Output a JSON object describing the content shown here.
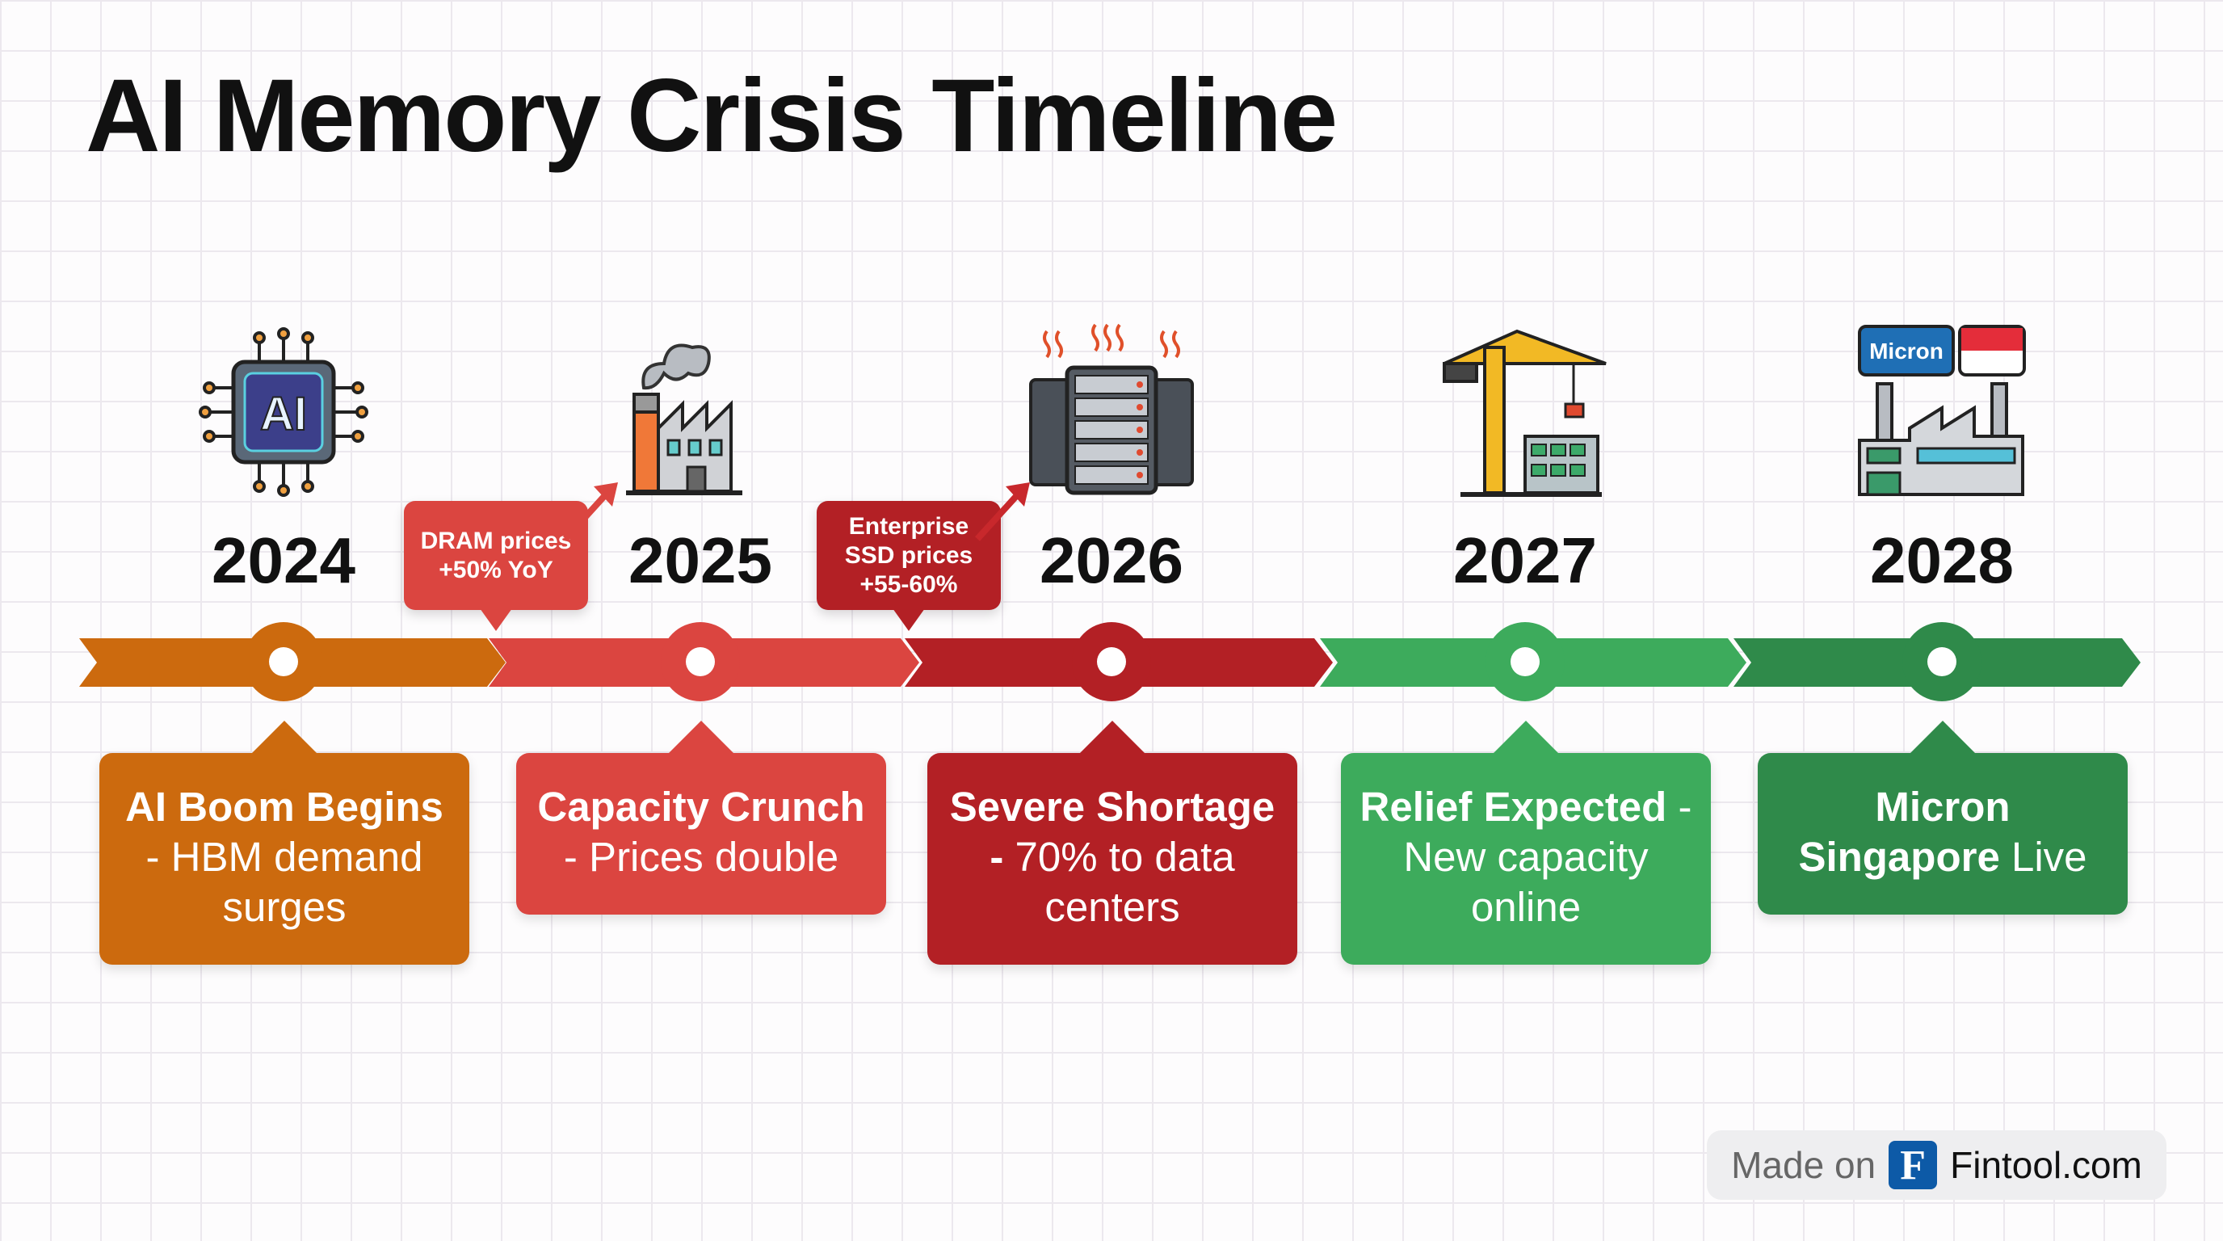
{
  "title": "AI Memory Crisis Timeline",
  "colors": {
    "orange": "#cc6a0e",
    "red": "#db4540",
    "dark_red": "#b32025",
    "green": "#3dab5c",
    "dark_green": "#2f8a4a"
  },
  "milestones": [
    {
      "year": "2024",
      "icon": "ai-chip-icon",
      "bold": "AI Boom Begins",
      "rest": " - HBM demand surges"
    },
    {
      "year": "2025",
      "icon": "factory-icon",
      "bold": "Capacity Crunch",
      "rest": " - Prices double"
    },
    {
      "year": "2026",
      "icon": "overheating-servers-icon",
      "bold": "Severe Shortage -",
      "rest": " 70% to data centers"
    },
    {
      "year": "2027",
      "icon": "construction-crane-icon",
      "bold": "Relief Expected",
      "rest": " - New capacity online"
    },
    {
      "year": "2028",
      "icon": "micron-singapore-factory-icon",
      "bold": "Micron Singapore",
      "rest": " Live",
      "logo_text": "Micron"
    }
  ],
  "callouts": [
    {
      "line1": "DRAM prices",
      "line2": "+50% YoY"
    },
    {
      "line1": "Enterprise",
      "line2": "SSD prices",
      "line3": "+55-60%"
    }
  ],
  "footer": {
    "made_on": "Made on",
    "logo_letter": "F",
    "brand": "Fintool.com"
  }
}
